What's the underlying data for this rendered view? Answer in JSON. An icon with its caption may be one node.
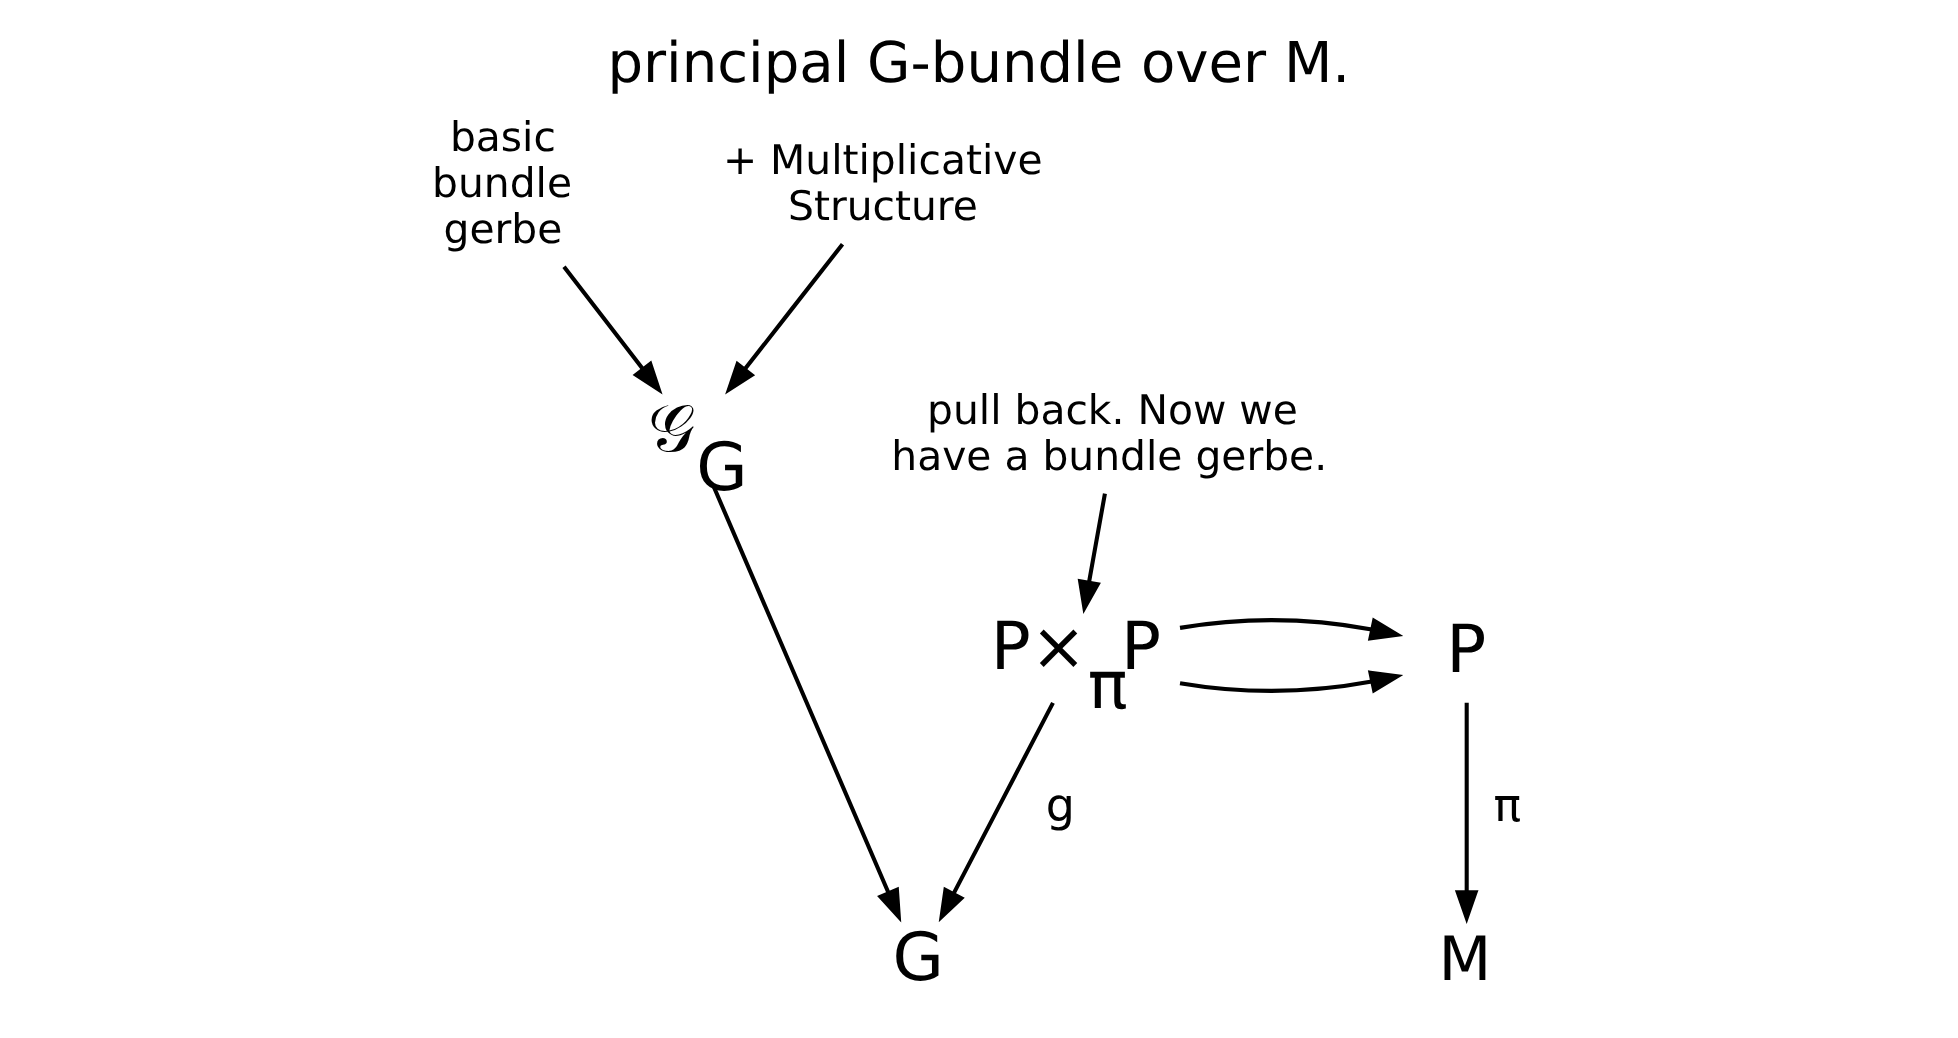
{
  "diagram": {
    "title": "principal G-bundle over M.",
    "nodes": [
      {
        "text": [
          "basic bundle gerbe"
        ]
      },
      {
        "text": [
          "𝒢$_{G}$"
        ]
      },
      {
        "text": [
          "pull back. Now we have a bundle gerbe."
        ]
      },
      {
        "text": [
          "G"
        ]
      },
      {
        "text": [
          "+ Multiplicative Structure"
        ]
      },
      {
        "text": [
          "P×$_{π}$P"
        ]
      },
      {
        "text": [
          "P"
        ]
      },
      {
        "text": [
          "M"
        ]
      }
    ],
    "edges": [
      {
        "from": 0,
        "to": 1,
        "arrow": "to"
      },
      {
        "from": 4,
        "to": 1,
        "arrow": "to"
      },
      {
        "from": 1,
        "to": 3,
        "arrow": "to"
      },
      {
        "from": 2,
        "to": 5,
        "arrow": "to"
      },
      {
        "from": 5,
        "to": 3,
        "label": "g",
        "arrow": "to"
      },
      {
        "from": 5,
        "to": 6,
        "arrow": "to"
      },
      {
        "from": 5,
        "to": 6,
        "arrow": "to"
      },
      {
        "from": 6,
        "to": 7,
        "label": "π",
        "arrow": "to"
      }
    ]
  }
}
